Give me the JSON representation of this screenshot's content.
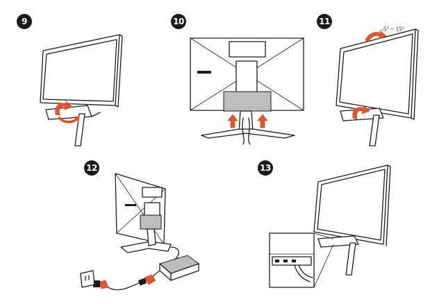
{
  "steps": [
    {
      "number": "9"
    },
    {
      "number": "10"
    },
    {
      "number": "11",
      "tilt_range": "-5° ~ 15°"
    },
    {
      "number": "12"
    },
    {
      "number": "13"
    }
  ],
  "colors": {
    "ink": "#1a1a1a",
    "arrow": "#e4572e",
    "badge": "#1a1a1a",
    "panel_gray": "#bdbdbd"
  },
  "icons": [
    "rotate-arrow-icon",
    "up-arrow-icon",
    "power-plug-icon",
    "wall-outlet-icon"
  ]
}
